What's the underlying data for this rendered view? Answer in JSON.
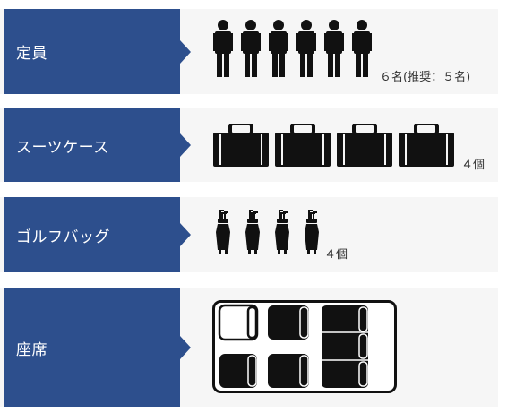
{
  "rows": {
    "capacity": {
      "label": "定員",
      "note": "６名(推奨：５名)",
      "count": 6
    },
    "suitcase": {
      "label": "スーツケース",
      "note": "４個",
      "count": 4
    },
    "golf": {
      "label": "ゴルフバッグ",
      "note": "４個",
      "count": 4
    },
    "seats": {
      "label": "座席"
    }
  },
  "colors": {
    "label_bg": "#2d4f8d",
    "row_bg": "#f6f6f6",
    "icon": "#111111"
  },
  "icons": {
    "capacity": "person-icon",
    "suitcase": "suitcase-icon",
    "golf": "golf-bag-icon",
    "seats": "seat-layout-icon"
  }
}
